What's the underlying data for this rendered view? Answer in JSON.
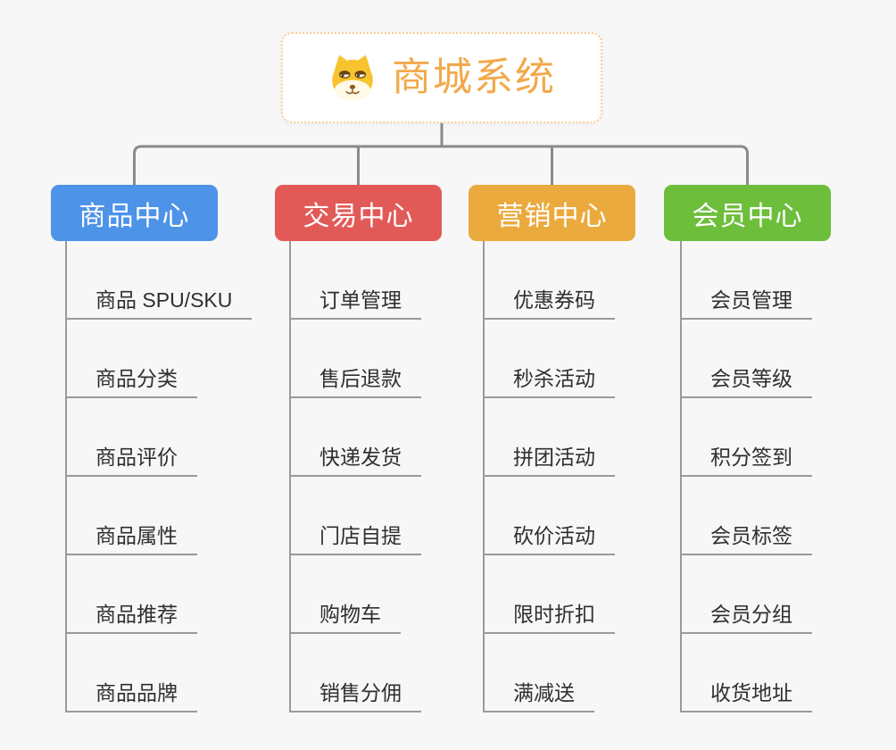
{
  "root": {
    "title": "商城系统",
    "icon": "dog-face-icon",
    "accent": "#f2a94a"
  },
  "branches": [
    {
      "label": "商品中心",
      "color": "#4d93e8",
      "items": [
        "商品 SPU/SKU",
        "商品分类",
        "商品评价",
        "商品属性",
        "商品推荐",
        "商品品牌"
      ]
    },
    {
      "label": "交易中心",
      "color": "#e25a58",
      "items": [
        "订单管理",
        "售后退款",
        "快递发货",
        "门店自提",
        "购物车",
        "销售分佣"
      ]
    },
    {
      "label": "营销中心",
      "color": "#ebaa3e",
      "items": [
        "优惠券码",
        "秒杀活动",
        "拼团活动",
        "砍价活动",
        "限时折扣",
        "满减送"
      ]
    },
    {
      "label": "会员中心",
      "color": "#6dbe3b",
      "items": [
        "会员管理",
        "会员等级",
        "积分签到",
        "会员标签",
        "会员分组",
        "收货地址"
      ]
    }
  ],
  "colors": {
    "background": "#f7f7f7",
    "connector_line": "#8a8a8a",
    "leaf_line": "#9a9a9a",
    "leaf_text": "#2f2f2f",
    "root_border": "#f6ce93"
  }
}
